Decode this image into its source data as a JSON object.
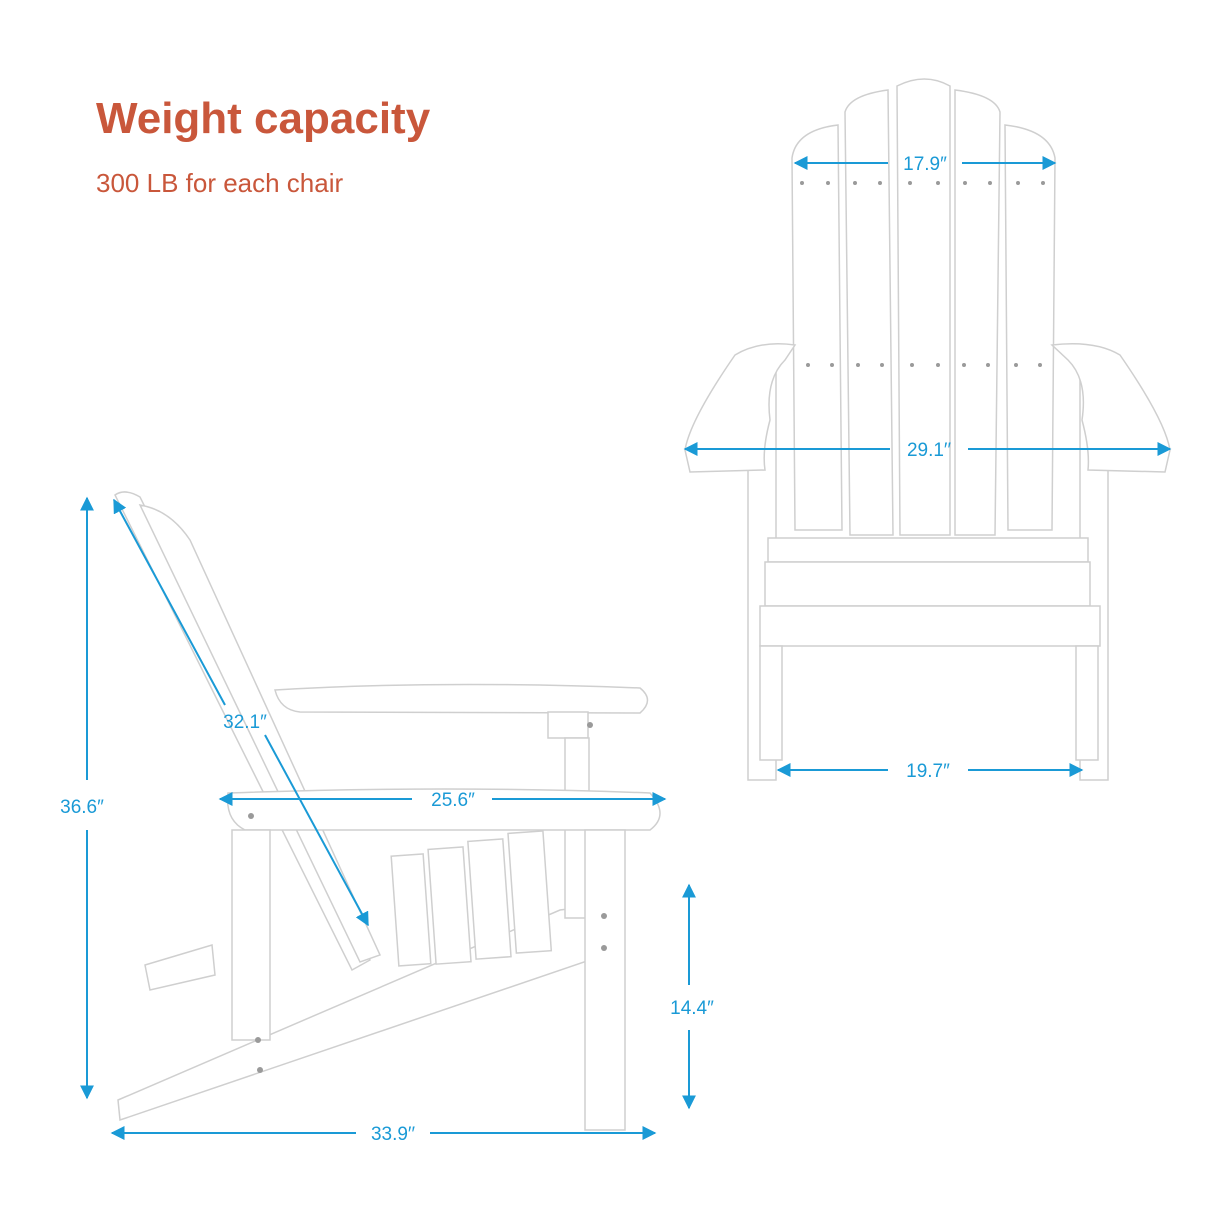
{
  "heading": {
    "title": "Weight capacity",
    "subtitle": "300 LB for each chair"
  },
  "dimensions": {
    "back_width": "17.9″",
    "overall_width": "29.1′′",
    "seat_width": "19.7″",
    "total_height": "36.6″",
    "back_length": "32.1″",
    "armrest_length": "25.6″",
    "seat_height": "14.4″",
    "overall_depth": "33.9′′"
  },
  "colors": {
    "accent": "#c9573b",
    "dimension": "#1a9ad6",
    "chair": "#ffffff",
    "chair_outline": "#cfcfcf"
  }
}
